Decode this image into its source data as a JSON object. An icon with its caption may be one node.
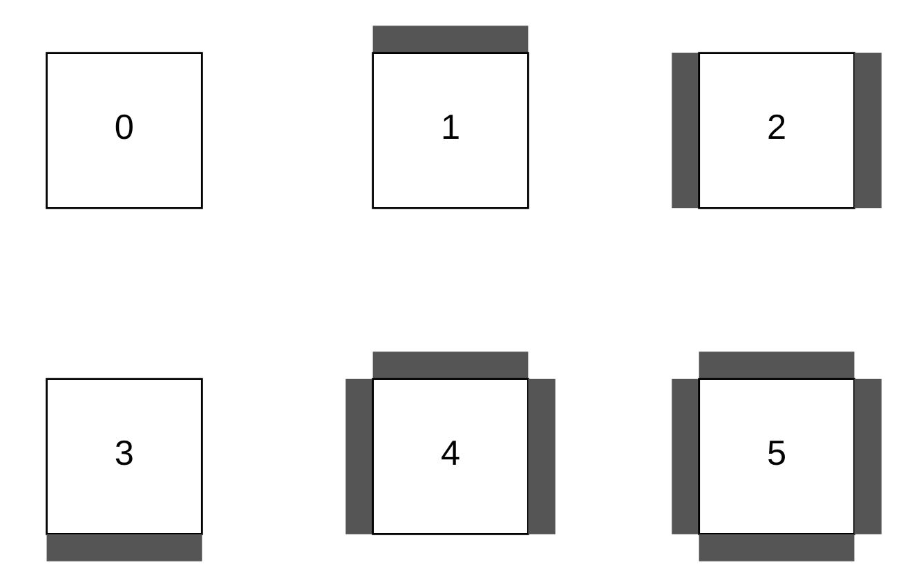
{
  "diagram": {
    "nodes": [
      {
        "text": [
          "0"
        ]
      },
      {
        "text": [
          "1"
        ]
      },
      {
        "text": [
          "2"
        ]
      },
      {
        "text": [
          "3"
        ]
      },
      {
        "text": [
          "4"
        ]
      },
      {
        "text": [
          "5"
        ]
      }
    ]
  }
}
